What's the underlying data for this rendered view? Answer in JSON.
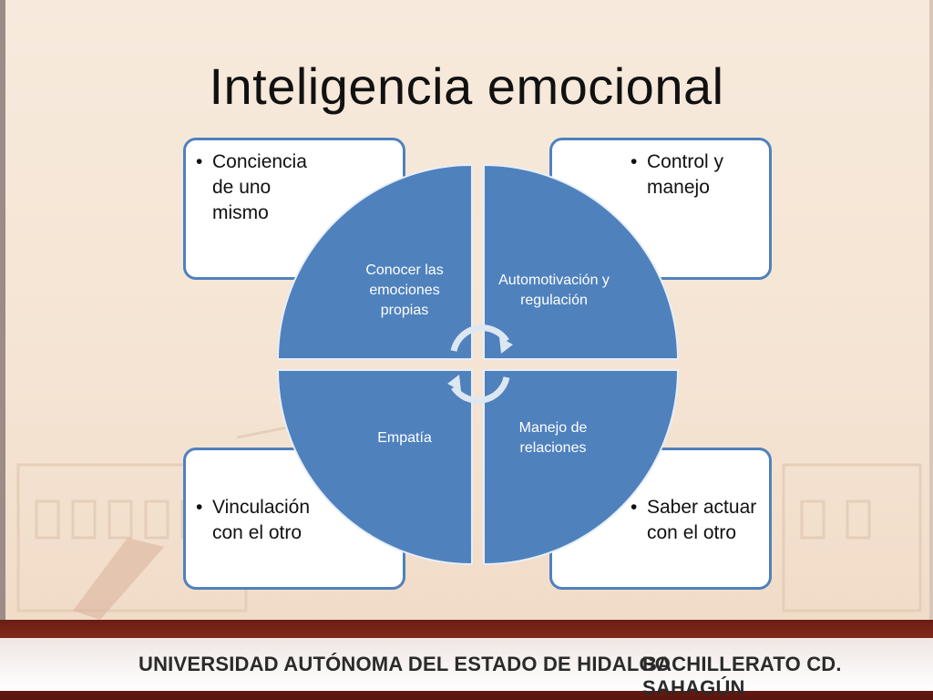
{
  "title": "Inteligencia emocional",
  "cards": {
    "top_left": "Conciencia de uno mismo",
    "top_right": "Control y manejo",
    "bottom_left": "Vinculación con el otro",
    "bottom_right": "Saber actuar con el otro"
  },
  "quadrants": {
    "top_left": "Conocer las emociones propias",
    "top_right": "Automotivación y regulación",
    "bottom_left": "Empatía",
    "bottom_right": "Manejo de relaciones"
  },
  "footer": {
    "left": "UNIVERSIDAD AUTÓNOMA DEL ESTADO DE HIDALGO",
    "right": "BACHILLERATO CD. SAHAGÚN"
  },
  "colors": {
    "quadrant_fill": "#4f81bd",
    "card_border": "#4f81bd",
    "footer_band": "#7a2418"
  },
  "icons": [
    "cycle-arrows-icon"
  ]
}
